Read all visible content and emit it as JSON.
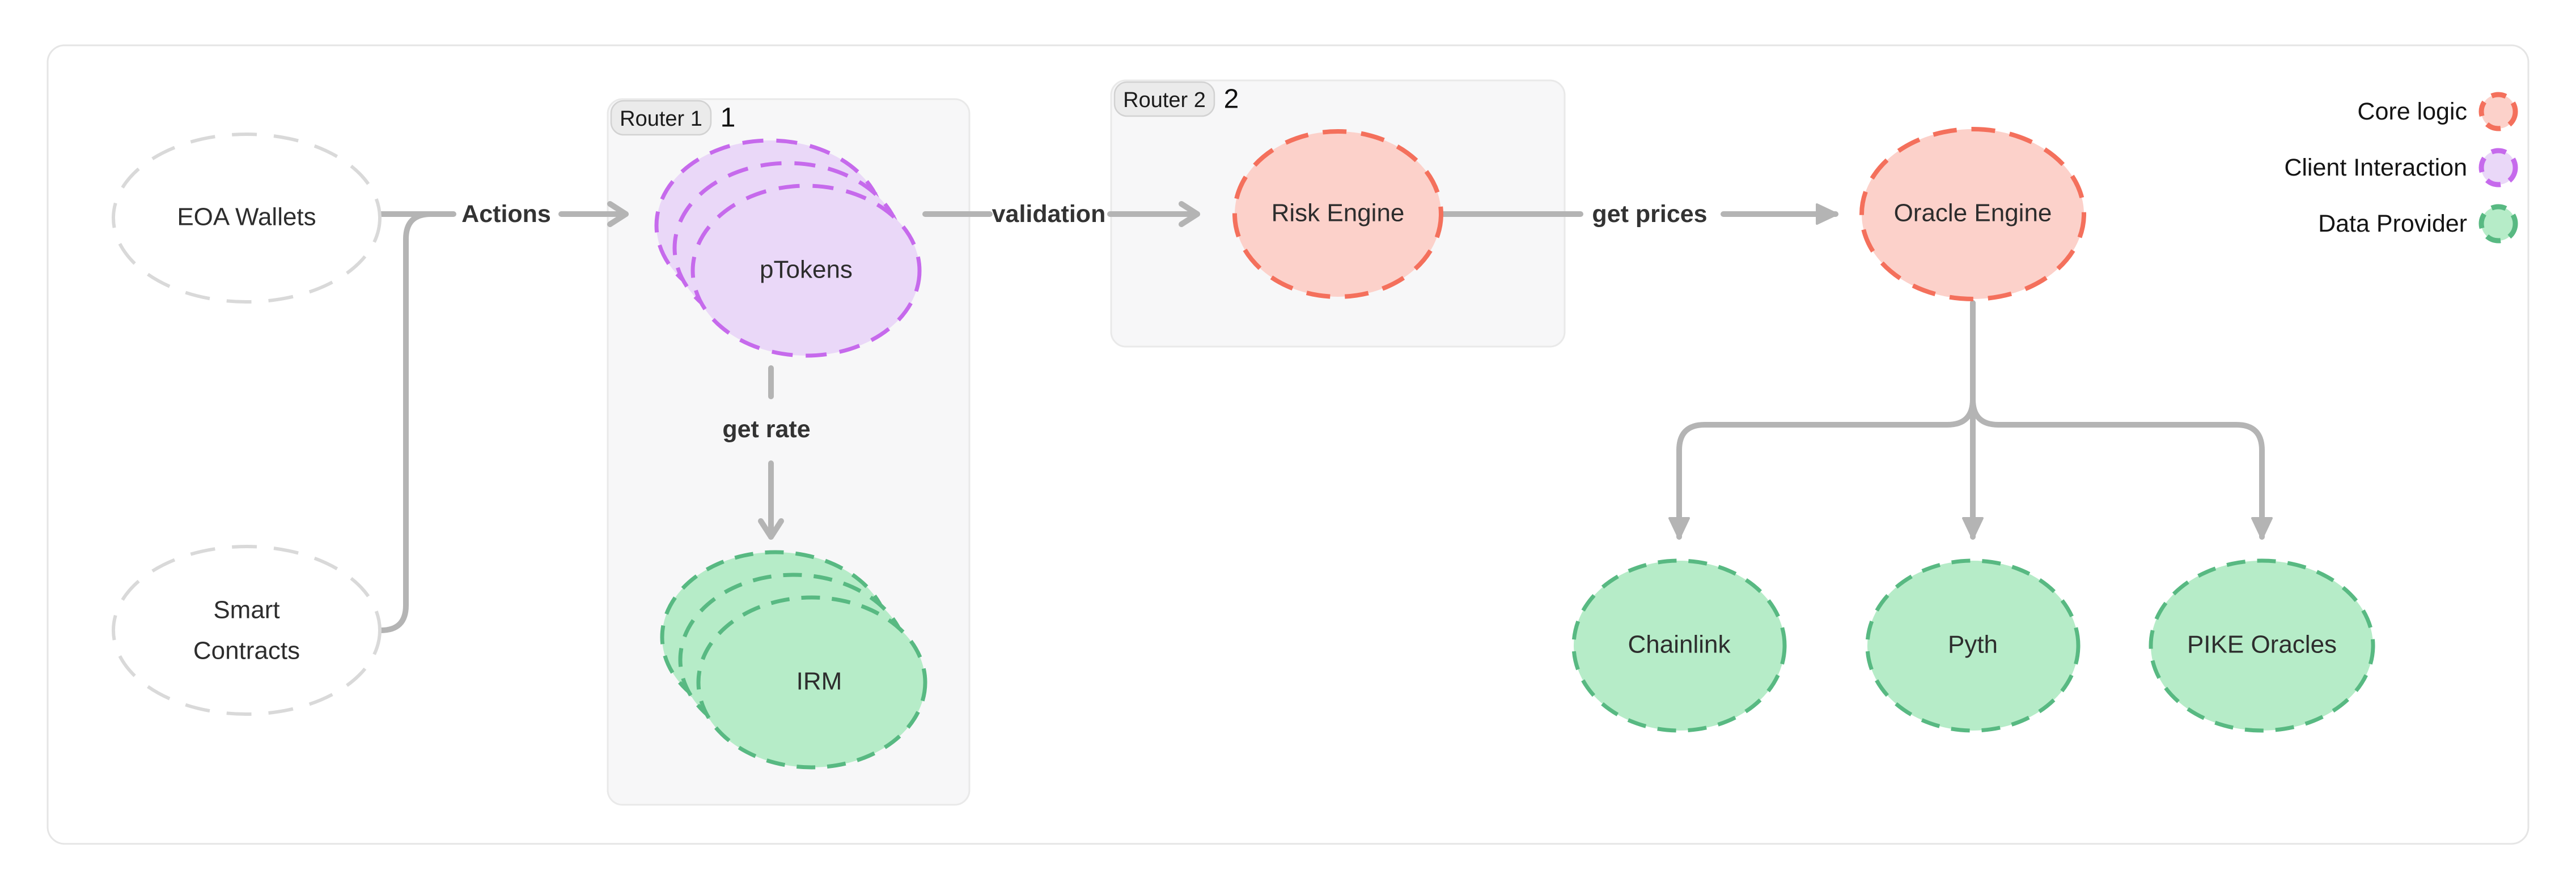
{
  "diagram": {
    "type": "flow-diagram",
    "description": "Protocol architecture flow with client wallets, routers, risk engine and oracle data providers"
  },
  "legend": {
    "position": "top-right",
    "items": [
      {
        "label": "Core logic",
        "swatch": "dashed-circle",
        "stroke": "#f4705c",
        "fill": "#fcd1ca"
      },
      {
        "label": "Client Interaction",
        "swatch": "dashed-circle",
        "stroke": "#c66aec",
        "fill": "#ead8f8"
      },
      {
        "label": "Data Provider",
        "swatch": "dashed-circle",
        "stroke": "#58b982",
        "fill": "#b6ecc8"
      }
    ]
  },
  "groups": [
    {
      "badge": "Router 1",
      "number": "1"
    },
    {
      "badge": "Router 2",
      "number": "2"
    }
  ],
  "nodes": {
    "eoa_wallets": {
      "label": "EOA Wallets",
      "category": "neutral",
      "shape": "dashed-ellipse"
    },
    "smart_contracts": {
      "line1": "Smart",
      "line2": "Contracts",
      "category": "neutral",
      "shape": "dashed-ellipse"
    },
    "ptokens": {
      "label": "pTokens",
      "category": "client-interaction",
      "shape": "stacked-dashed-ellipse",
      "stack_count": 3
    },
    "irm": {
      "label": "IRM",
      "category": "data-provider",
      "shape": "stacked-dashed-ellipse",
      "stack_count": 3
    },
    "risk_engine": {
      "label": "Risk Engine",
      "category": "core-logic",
      "shape": "dashed-ellipse"
    },
    "oracle_engine": {
      "label": "Oracle Engine",
      "category": "core-logic",
      "shape": "dashed-ellipse"
    },
    "chainlink": {
      "label": "Chainlink",
      "category": "data-provider",
      "shape": "dashed-ellipse"
    },
    "pyth": {
      "label": "Pyth",
      "category": "data-provider",
      "shape": "dashed-ellipse"
    },
    "pike_oracles": {
      "label": "PIKE Oracles",
      "category": "data-provider",
      "shape": "dashed-ellipse"
    }
  },
  "edge_labels": {
    "actions": "Actions",
    "get_rate": "get rate",
    "validation": "validation",
    "get_prices": "get prices"
  },
  "colors": {
    "core_logic_stroke": "#f4705c",
    "core_logic_fill": "#fcd1ca",
    "client_interaction_stroke": "#c66aec",
    "client_interaction_fill": "#ead8f8",
    "data_provider_stroke": "#58b982",
    "data_provider_fill": "#b6ecc8",
    "neutral_node_stroke": "#d9d9d9",
    "edge": "#b4b4b4",
    "container_fill": "#f7f7f8",
    "container_stroke": "#e9e9e9",
    "card_stroke": "#e5e5e5",
    "text": "#2d2d2d"
  }
}
